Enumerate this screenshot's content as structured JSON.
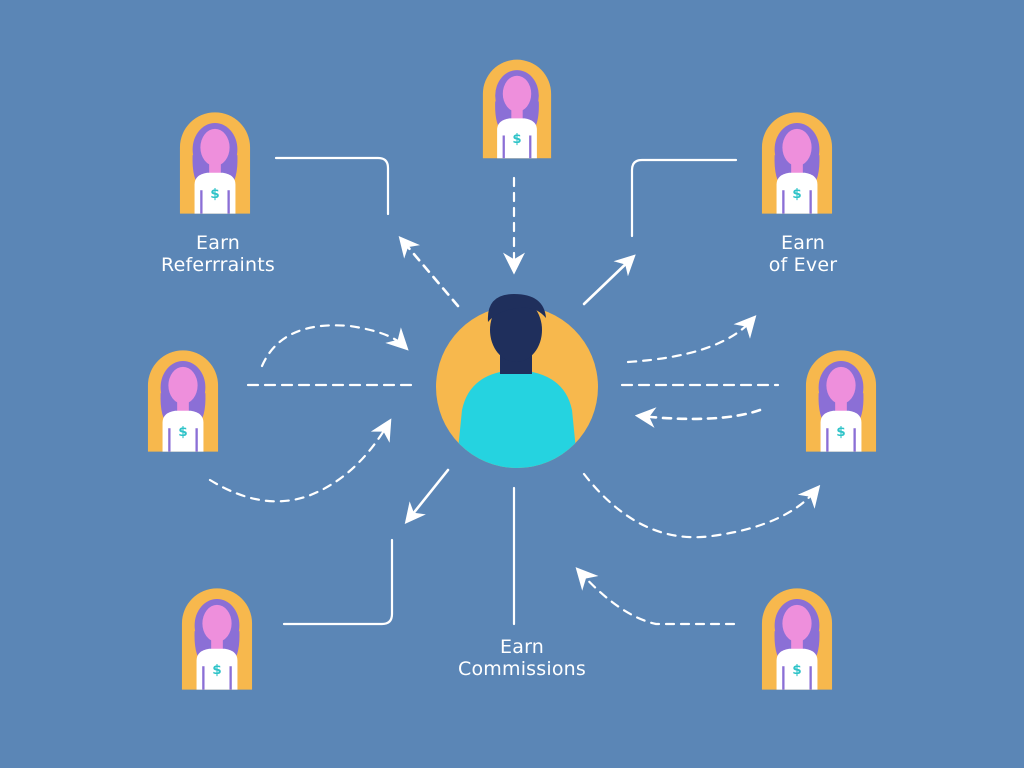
{
  "colors": {
    "background": "#5b86b6",
    "badge": "#f7b84d",
    "badge_border": "#e5a23a",
    "hair": "#8b6fd6",
    "face": "#ee8fdc",
    "shirt": "#ffffff",
    "dollar": "#2ec3c8",
    "center_circle": "#f7b84d",
    "center_hair": "#1f2f5c",
    "center_skin": "#1f2f5c",
    "center_shirt": "#25d3e0",
    "arrow": "#ffffff"
  },
  "icons": {
    "member": "woman-avatar-icon",
    "center": "man-avatar-icon",
    "dollar": "$"
  },
  "labels": {
    "referrals": {
      "line1": "Earn",
      "line2": "Referrraints"
    },
    "ever": {
      "line1": "Earn",
      "line2": "of Ever"
    },
    "commissions": {
      "line1": "Earn",
      "line2": "Commissions"
    }
  }
}
